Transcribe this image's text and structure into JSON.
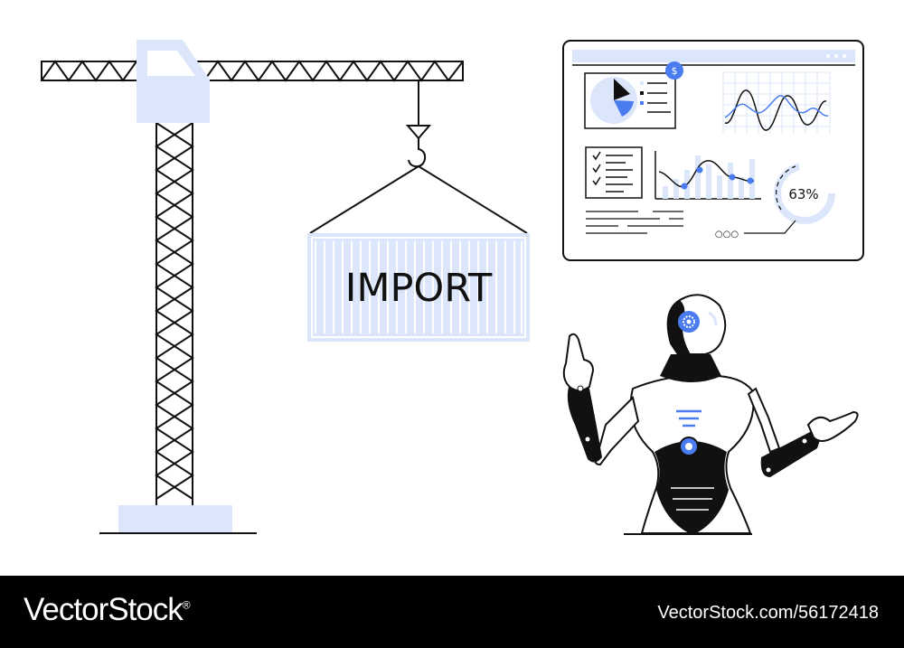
{
  "container_label": "IMPORT",
  "dashboard": {
    "percent_label": "63%",
    "percent_value": 0.63,
    "currency_symbol": "$",
    "pager_dots": "○○○"
  },
  "footer": {
    "brand": "VectorStock",
    "brand_mark": "®",
    "image_id": "VectorStock.com/56172418"
  },
  "colors": {
    "accent": "#4a7cf0",
    "light_blue": "#dce6fb",
    "ink": "#111111",
    "footer_bg": "#000000"
  }
}
